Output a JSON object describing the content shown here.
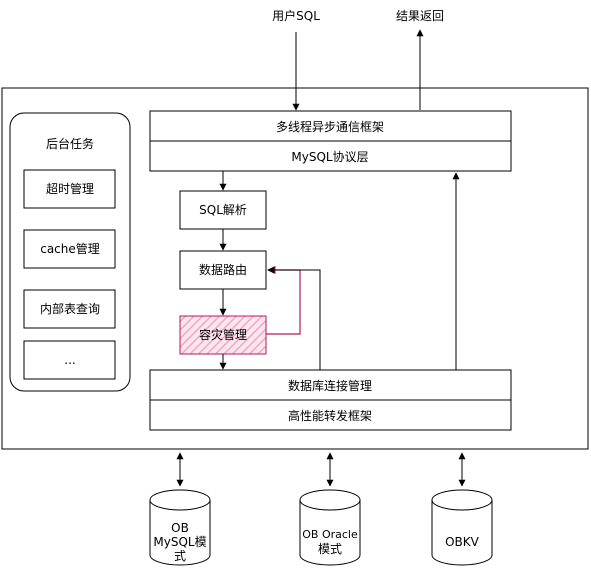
{
  "top": {
    "user_sql": "用户SQL",
    "result_return": "结果返回"
  },
  "main": {
    "multithread_async": "多线程异步通信框架",
    "mysql_protocol": "MySQL协议层",
    "sql_parse": "SQL解析",
    "data_routing": "数据路由",
    "disaster_mgmt": "容灾管理",
    "db_conn_mgmt": "数据库连接管理",
    "high_perf_forward": "高性能转发框架"
  },
  "background": {
    "title": "后台任务",
    "tasks": [
      "超时管理",
      "cache管理",
      "内部表查询",
      "..."
    ]
  },
  "backends": {
    "ob_mysql": [
      "OB",
      "MySQL模",
      "式"
    ],
    "ob_oracle": [
      "OB Oracle",
      "模式"
    ],
    "obkv": "OBKV"
  },
  "colors": {
    "disaster_stroke": "#b5195a",
    "disaster_hatch": "#f0a7c4",
    "line": "#000000"
  }
}
